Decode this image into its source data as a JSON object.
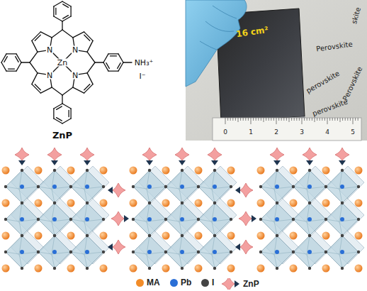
{
  "diagram": {
    "labels": [
      "N",
      "N",
      "N",
      "N",
      "Zn",
      "NH₃⁺",
      "I⁻",
      "ZnP",
      "16 cm²",
      "skite",
      "Perovskite",
      "perovskite",
      "Perovskite",
      "perovskite",
      "0",
      "1",
      "2",
      "3",
      "4",
      "5"
    ],
    "legend": [
      {
        "text": "MA",
        "color": "#f28c28"
      },
      {
        "text": "Pb",
        "color": "#2a6fd6"
      },
      {
        "text": "I",
        "color": "#444444"
      },
      {
        "text": "ZnP"
      }
    ]
  }
}
